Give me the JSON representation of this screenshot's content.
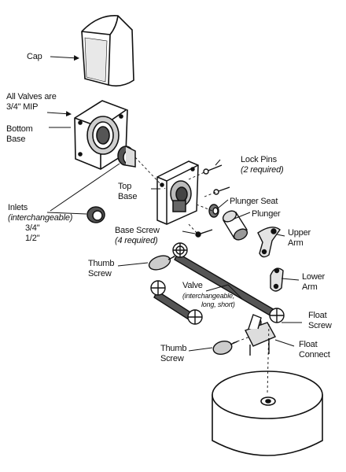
{
  "labels": {
    "cap": "Cap",
    "all_valves_line1": "All Valves are",
    "all_valves_line2": "3/4\" MIP",
    "bottom_base_line1": "Bottom",
    "bottom_base_line2": "Base",
    "lock_pins": "Lock Pins",
    "lock_pins_note": "(2 required)",
    "top_base_line1": "Top",
    "top_base_line2": "Base",
    "plunger_seat": "Plunger Seat",
    "plunger": "Plunger",
    "inlets": "Inlets",
    "inlets_note": "(interchangeable)",
    "inlet_size_1": "3/4\"",
    "inlet_size_2": "1/2\"",
    "base_screw": "Base Screw",
    "base_screw_note": "(4 required)",
    "upper_arm_line1": "Upper",
    "upper_arm_line2": "Arm",
    "thumb_screw_1_line1": "Thumb",
    "thumb_screw_1_line2": "Screw",
    "lower_arm_line1": "Lower",
    "lower_arm_line2": "Arm",
    "valve": "Valve",
    "valve_note_line1": "(interchangeable,",
    "valve_note_line2": "long, short)",
    "float_screw_line1": "Float",
    "float_screw_line2": "Screw",
    "thumb_screw_2_line1": "Thumb",
    "thumb_screw_2_line2": "Screw",
    "float_connect_line1": "Float",
    "float_connect_line2": "Connect"
  }
}
